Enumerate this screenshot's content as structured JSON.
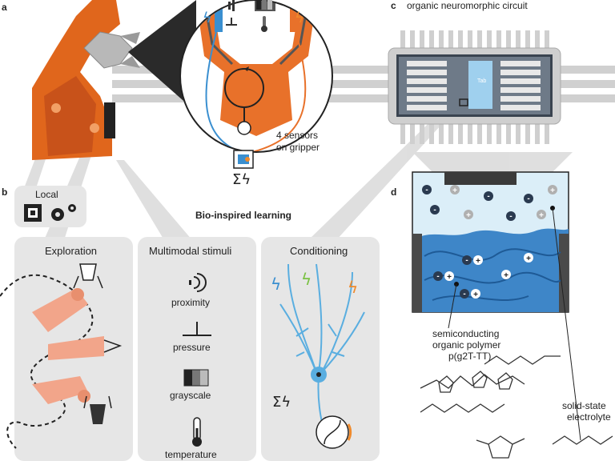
{
  "panels": {
    "a": "a",
    "b": "b",
    "c": "c",
    "d": "d"
  },
  "circuit_title": "organic neuromorphic circuit",
  "chip_label": "Tab",
  "sensors_label_line1": "4 sensors",
  "sensors_label_line2": "on gripper",
  "sum_symbol": "Σϟ",
  "local_label": "Local",
  "bio_title": "Bio-inspired learning",
  "boxes": {
    "exploration": "Exploration",
    "multimodal": "Multimodal stimuli",
    "conditioning": "Conditioning"
  },
  "stimuli": [
    "proximity",
    "pressure",
    "grayscale",
    "temperature"
  ],
  "polymer": {
    "line1": "semiconducting",
    "line2": "organic polymer",
    "line3": "p(g2T-TT)"
  },
  "electrolyte": {
    "line1": "solid-state",
    "line2": "electrolyte"
  },
  "ions": {
    "minus": "-",
    "plus": "+"
  },
  "colors": {
    "robot_orange": "#e0661c",
    "gripper_orange": "#e8712a",
    "sensor_blue": "#3a8fd0",
    "neuron_blue": "#5aaee0",
    "polymer_blue": "#3e86c8",
    "box_gray": "#e6e6e6",
    "green": "#7ac143",
    "orange_bolt": "#ef8a2c"
  }
}
